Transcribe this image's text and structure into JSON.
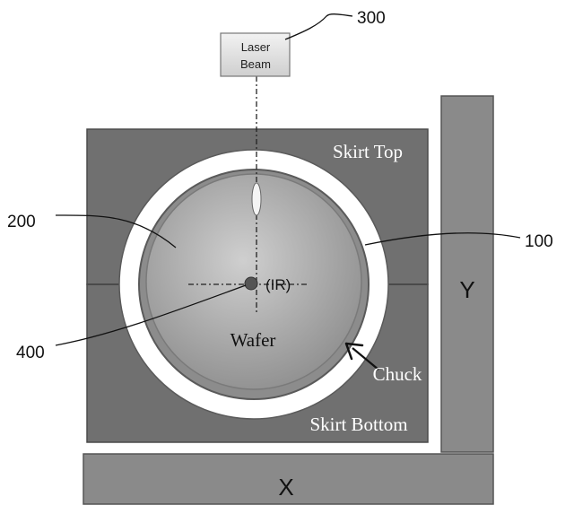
{
  "labels": {
    "laser_box_line1": "Laser",
    "laser_box_line2": "Beam",
    "skirt_top": "Skirt Top",
    "skirt_bottom": "Skirt Bottom",
    "wafer": "Wafer",
    "ir": "(IR)",
    "chuck": "Chuck",
    "axis_x": "X",
    "axis_y": "Y"
  },
  "ref_numbers": {
    "laser": "300",
    "wafer": "200",
    "chuck_ring": "100",
    "center": "400"
  },
  "colors": {
    "skirt": "#707070",
    "skirt_border": "#4a4a4a",
    "axis_bar": "#8a8a8a",
    "ring": "#ffffff",
    "chuck": "#8c8c8c",
    "wafer_light": "#c4c4c4",
    "wafer_dark": "#8e8e8e",
    "laser_box": "#e2e2e2",
    "text_white": "#ffffff",
    "text_black": "#111111"
  }
}
